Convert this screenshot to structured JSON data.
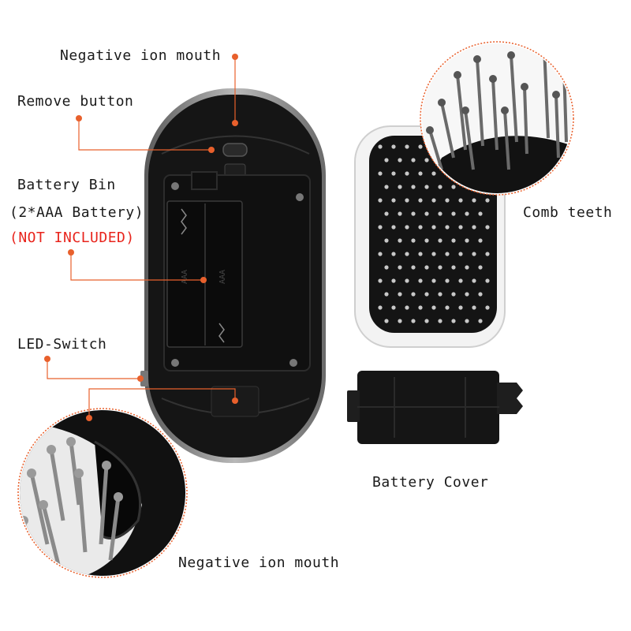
{
  "labels": {
    "neg_ion_top": "Negative ion mouth",
    "remove_button": "Remove button",
    "battery_bin_1": "Battery Bin",
    "battery_bin_2": "(2*AAA Battery)",
    "battery_bin_3": "(NOT INCLUDED)",
    "led_switch": "LED-Switch",
    "comb_teeth": "Comb teeth",
    "battery_cover": "Battery Cover",
    "neg_ion_bottom": "Negative ion mouth"
  },
  "colors": {
    "callout": "#e8602c",
    "warning_text": "#e8241c",
    "body_black": "#151515",
    "shell_grey": "#8a8a8a"
  }
}
